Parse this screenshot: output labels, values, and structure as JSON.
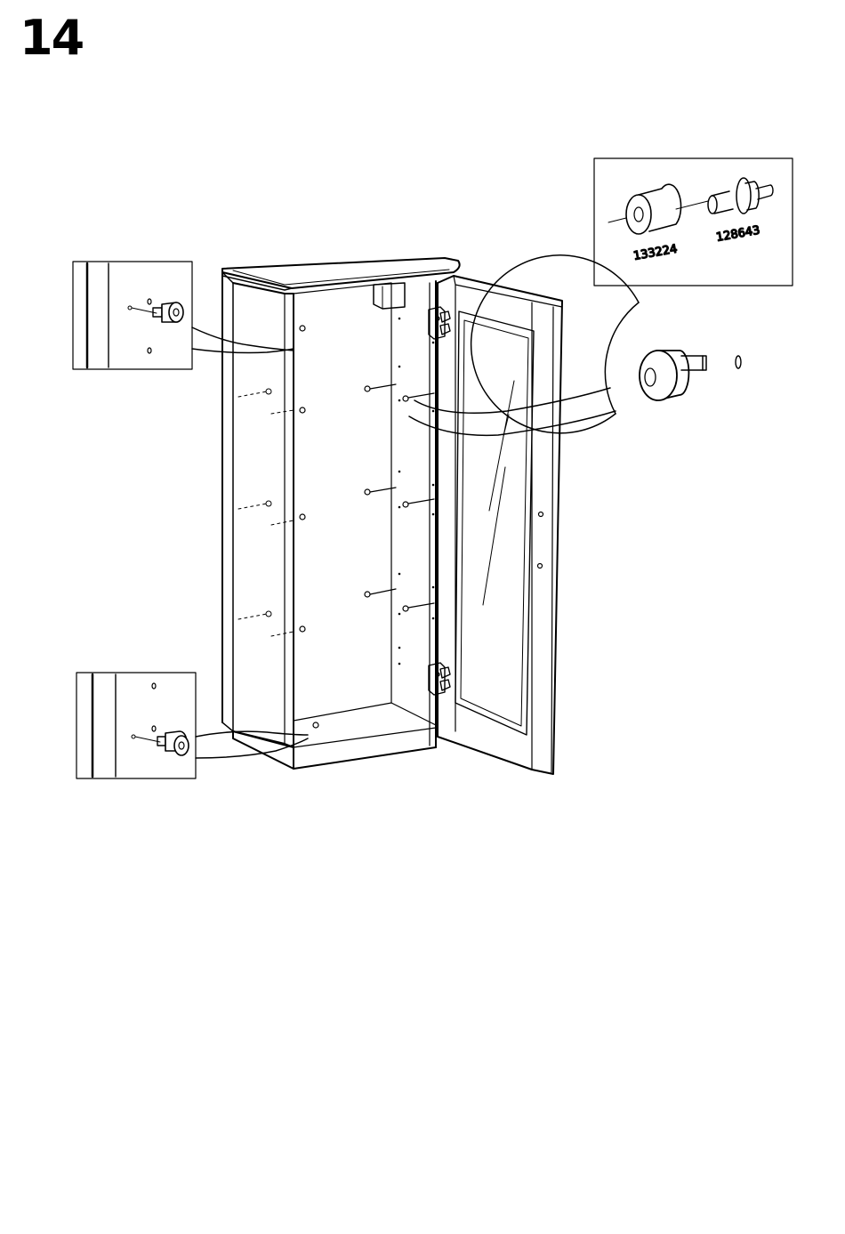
{
  "step": {
    "number": "14"
  },
  "parts": [
    {
      "id": "133224"
    },
    {
      "id": "128643"
    }
  ],
  "colors": {
    "ink": "#000000",
    "paper": "#ffffff"
  }
}
